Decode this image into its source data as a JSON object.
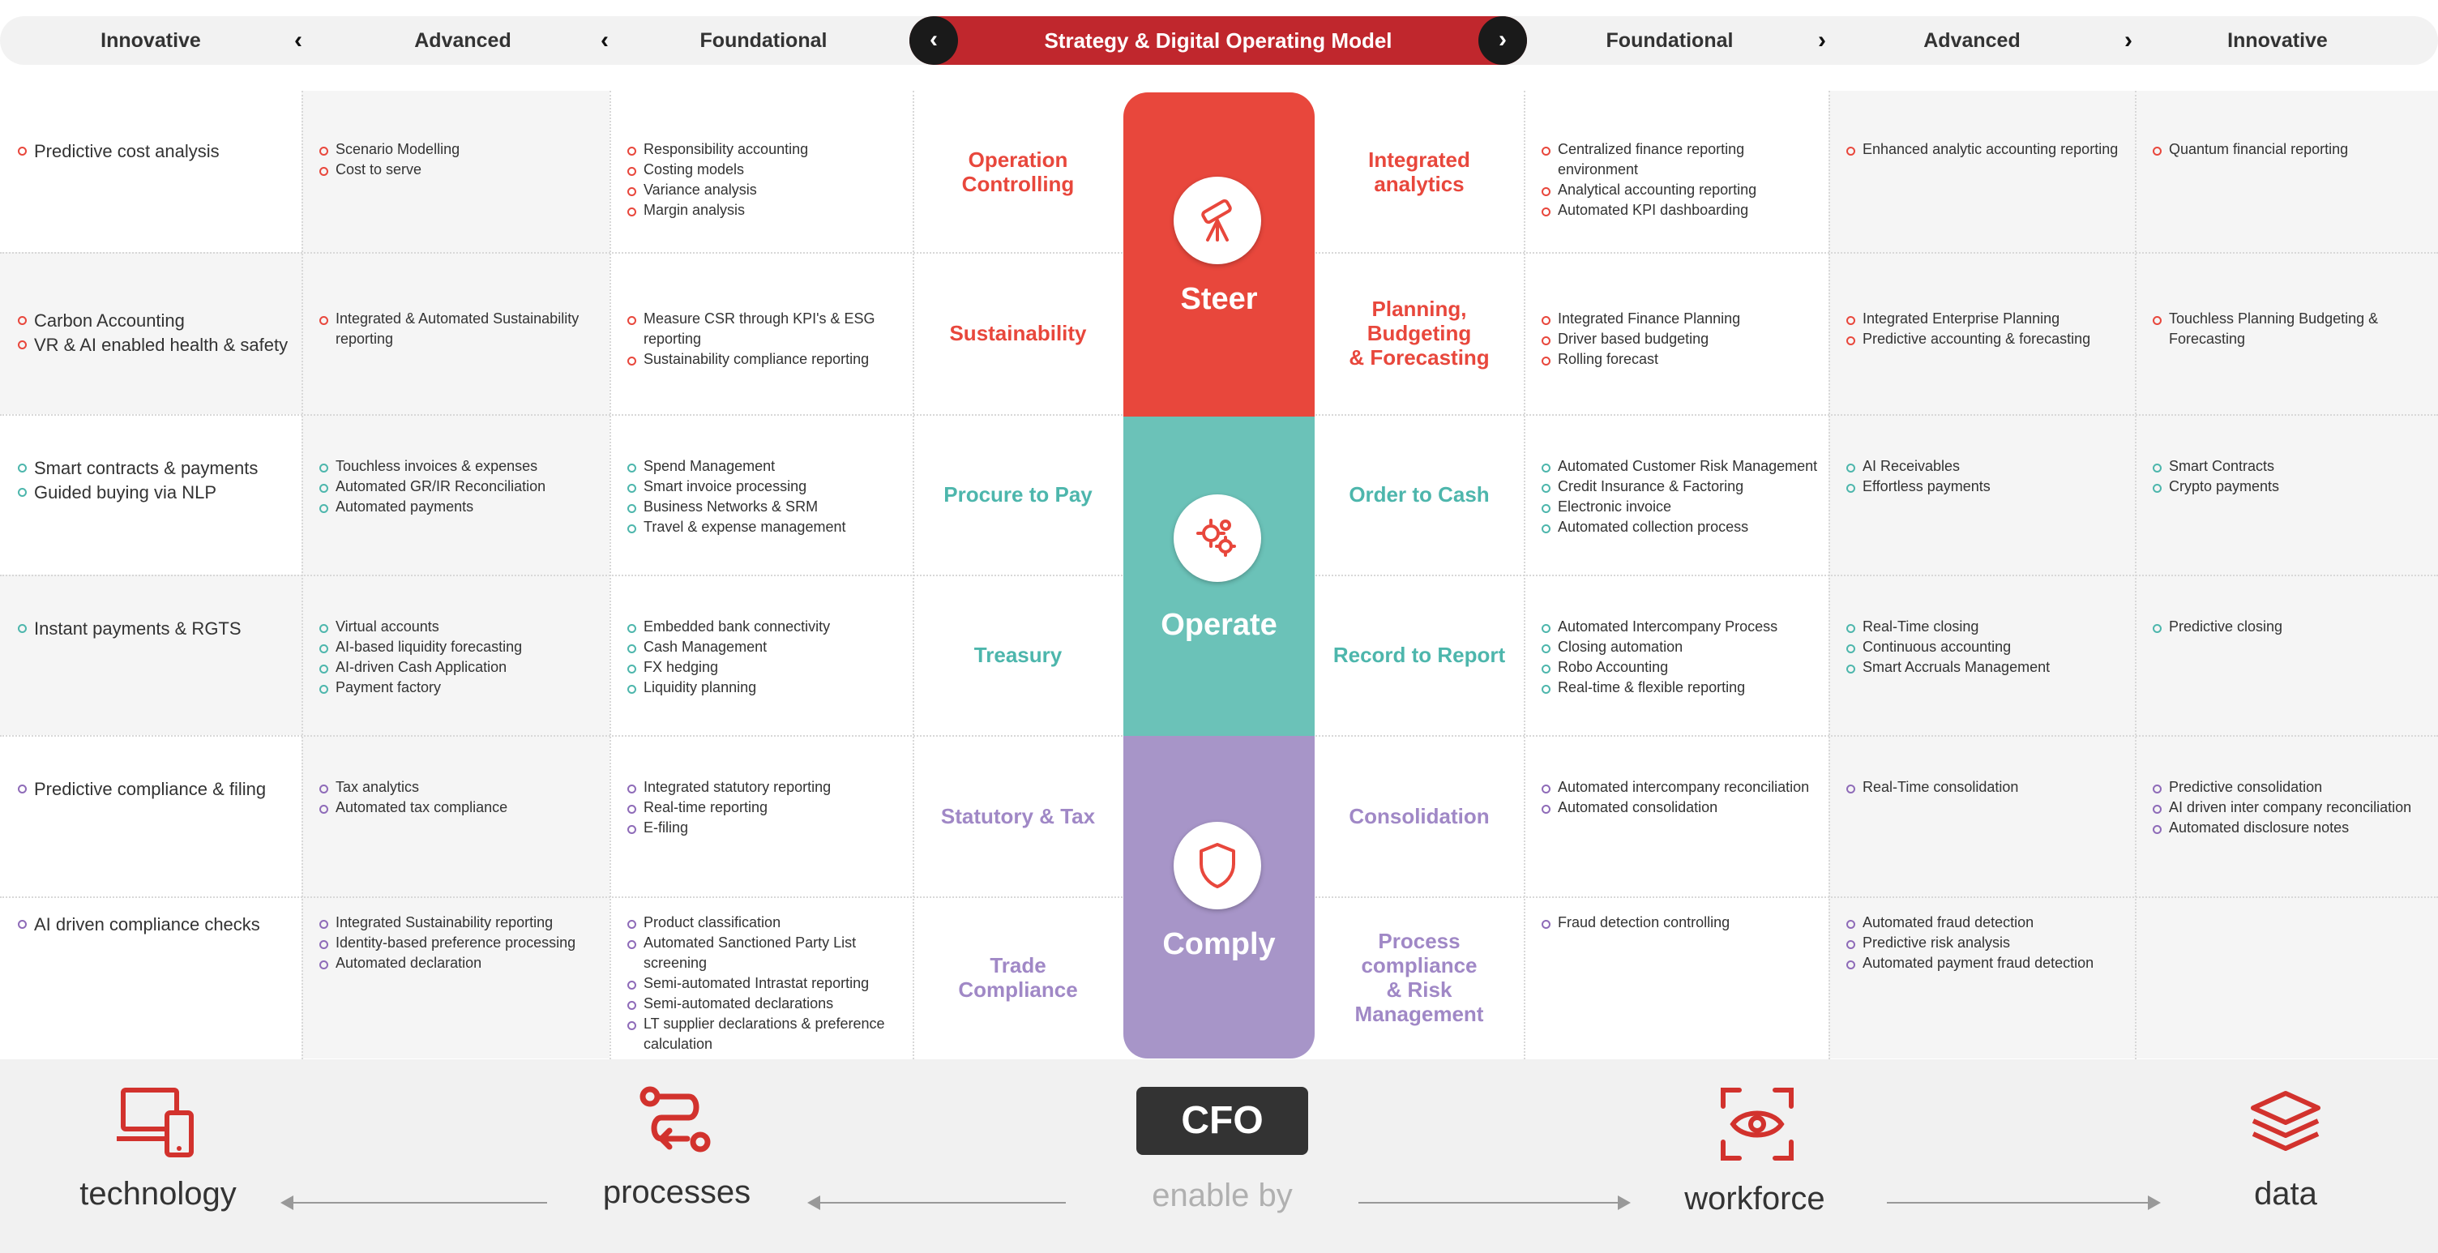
{
  "header": {
    "left_tiers": [
      "Innovative",
      "Advanced",
      "Foundational"
    ],
    "center_title": "Strategy & Digital Operating Model",
    "right_tiers": [
      "Foundational",
      "Advanced",
      "Innovative"
    ],
    "prev_glyph": "‹",
    "next_glyph": "›"
  },
  "colors": {
    "steer": "#e8473c",
    "operate": "#6bc2b8",
    "comply": "#a795c8",
    "header_accent": "#c0272d"
  },
  "pillars": [
    {
      "label": "Steer",
      "icon": "telescope-icon"
    },
    {
      "label": "Operate",
      "icon": "gears-icon"
    },
    {
      "label": "Comply",
      "icon": "shield-icon"
    }
  ],
  "rows": [
    {
      "pillar": "steer",
      "left_process": "Operation\nControlling",
      "right_process": "Integrated\nanalytics",
      "left": [
        [
          "Predictive cost analysis"
        ],
        [
          "Scenario Modelling",
          "Cost to serve"
        ],
        [
          "Responsibility accounting",
          "Costing models",
          "Variance analysis",
          "Margin analysis"
        ]
      ],
      "right": [
        [
          "Centralized finance reporting environment",
          "Analytical accounting reporting",
          "Automated KPI dashboarding"
        ],
        [
          "Enhanced analytic accounting reporting"
        ],
        [
          "Quantum financial reporting"
        ]
      ]
    },
    {
      "pillar": "steer",
      "left_process": "Sustainability",
      "right_process": "Planning,\nBudgeting\n& Forecasting",
      "left": [
        [
          "Carbon Accounting",
          "VR & AI enabled health & safety"
        ],
        [
          "Integrated & Automated Sustainability reporting"
        ],
        [
          "Measure CSR through KPI's & ESG reporting",
          "Sustainability compliance reporting"
        ]
      ],
      "right": [
        [
          "Integrated Finance Planning",
          "Driver based budgeting",
          "Rolling forecast"
        ],
        [
          "Integrated Enterprise Planning",
          "Predictive accounting & forecasting"
        ],
        [
          "Touchless Planning Budgeting & Forecasting"
        ]
      ]
    },
    {
      "pillar": "operate",
      "left_process": "Procure to Pay",
      "right_process": "Order to Cash",
      "left": [
        [
          "Smart contracts & payments",
          "Guided buying via NLP"
        ],
        [
          "Touchless invoices & expenses",
          "Automated GR/IR Reconciliation",
          "Automated payments"
        ],
        [
          "Spend Management",
          "Smart invoice processing",
          "Business Networks & SRM",
          "Travel & expense management"
        ]
      ],
      "right": [
        [
          "Automated Customer Risk Management",
          "Credit Insurance & Factoring",
          "Electronic invoice",
          "Automated collection process"
        ],
        [
          "AI Receivables",
          "Effortless payments"
        ],
        [
          "Smart Contracts",
          "Crypto payments"
        ]
      ]
    },
    {
      "pillar": "operate",
      "left_process": "Treasury",
      "right_process": "Record to Report",
      "left": [
        [
          "Instant payments & RGTS"
        ],
        [
          "Virtual accounts",
          "AI-based liquidity forecasting",
          "AI-driven Cash Application",
          "Payment factory"
        ],
        [
          "Embedded bank connectivity",
          "Cash Management",
          "FX hedging",
          "Liquidity planning"
        ]
      ],
      "right": [
        [
          "Automated Intercompany Process",
          "Closing automation",
          "Robo Accounting",
          "Real-time & flexible reporting"
        ],
        [
          "Real-Time closing",
          "Continuous accounting",
          "Smart Accruals Management"
        ],
        [
          "Predictive closing"
        ]
      ]
    },
    {
      "pillar": "comply",
      "left_process": "Statutory & Tax",
      "right_process": "Consolidation",
      "left": [
        [
          "Predictive compliance & filing"
        ],
        [
          "Tax analytics",
          "Automated tax compliance"
        ],
        [
          "Integrated statutory reporting",
          "Real-time reporting",
          "E-filing"
        ]
      ],
      "right": [
        [
          "Automated intercompany reconciliation",
          "Automated consolidation"
        ],
        [
          "Real-Time consolidation"
        ],
        [
          "Predictive consolidation",
          "AI driven inter company reconciliation",
          "Automated disclosure notes"
        ]
      ]
    },
    {
      "pillar": "comply",
      "left_process": "Trade\nCompliance",
      "right_process": "Process\ncompliance\n& Risk\nManagement",
      "left": [
        [
          "AI driven compliance checks"
        ],
        [
          "Integrated Sustainability reporting",
          "Identity-based preference processing",
          "Automated declaration"
        ],
        [
          "Product classification",
          "Automated Sanctioned Party List screening",
          "Semi-automated Intrastat reporting",
          "Semi-automated declarations",
          "LT supplier declarations & preference calculation"
        ]
      ],
      "right": [
        [
          "Fraud detection controlling"
        ],
        [
          "Automated fraud detection",
          "Predictive risk analysis",
          "Automated payment fraud detection"
        ],
        []
      ]
    }
  ],
  "footer": {
    "cfo": "CFO",
    "enable_by": "enable by",
    "items": [
      {
        "label": "technology",
        "icon": "devices-icon"
      },
      {
        "label": "processes",
        "icon": "process-icon"
      },
      {
        "label": "workforce",
        "icon": "eye-scan-icon"
      },
      {
        "label": "data",
        "icon": "layers-icon"
      }
    ]
  }
}
